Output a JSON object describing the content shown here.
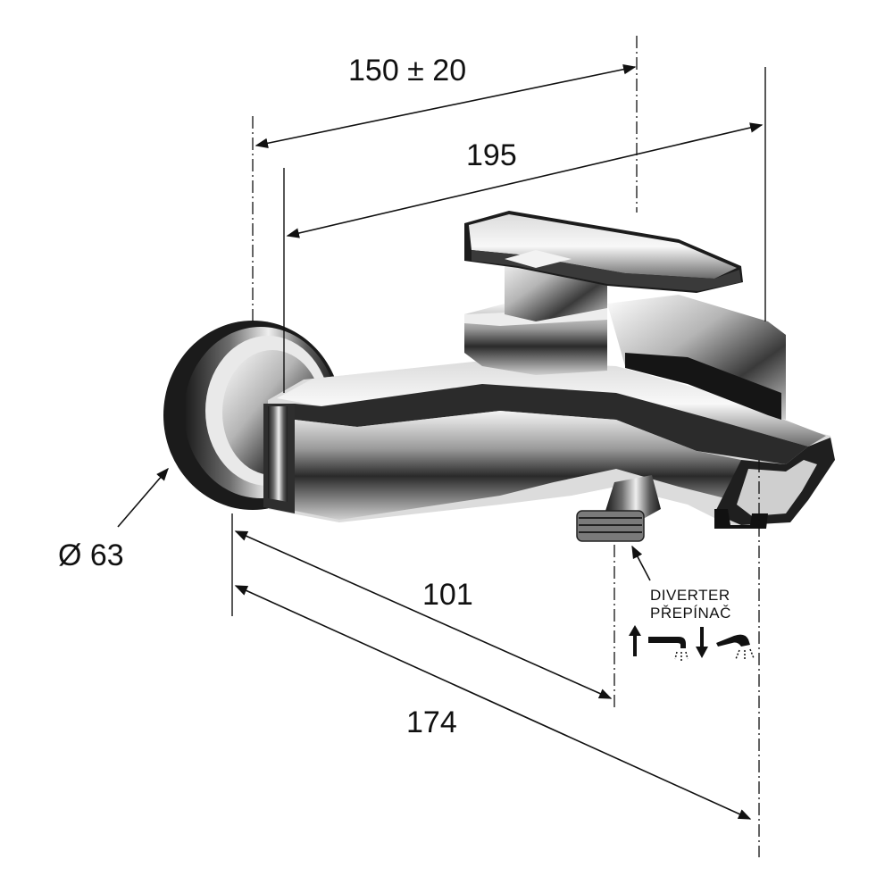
{
  "dimensions": {
    "top_width": "150 ± 20",
    "overall_depth": "195",
    "diameter": "Ø 63",
    "outlet_offset": "101",
    "spout_reach": "174"
  },
  "diverter": {
    "label_en": "DIVERTER",
    "label_cz": "PŘEPÍNAČ",
    "up_icon": "arrow-up-icon",
    "tub_spout_icon": "tub-spout-icon",
    "down_icon": "arrow-down-icon",
    "shower_head_icon": "hand-shower-icon"
  },
  "colors": {
    "line": "#111111",
    "chrome_dark": "#1a1a1a",
    "chrome_mid": "#7a7a7a",
    "chrome_light": "#e8e8e8"
  }
}
